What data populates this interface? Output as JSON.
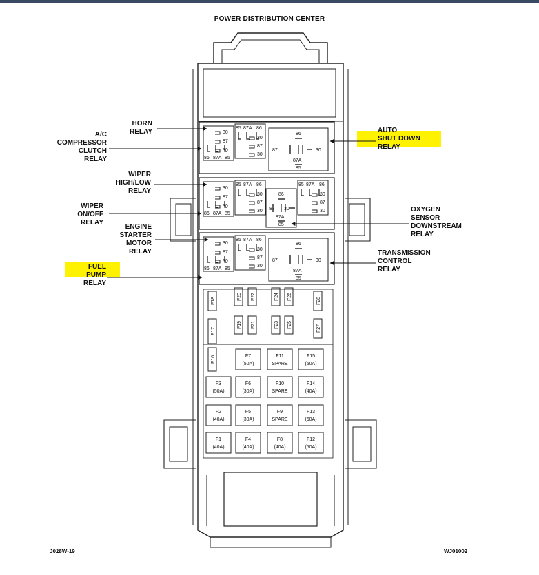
{
  "title": "POWER DISTRIBUTION CENTER",
  "figure_ids": {
    "left": "J028W-19",
    "right": "WJ01002"
  },
  "highlight_color": "#fff200",
  "labels": {
    "horn": "HORN\nRELAY",
    "ac": "A/C\nCOMPRESSOR\nCLUTCH\nRELAY",
    "wiper_hl": "WIPER\nHIGH/LOW\nRELAY",
    "wiper_onoff": "WIPER\nON/OFF\nRELAY",
    "starter": "ENGINE\nSTARTER\nMOTOR\nRELAY",
    "fuel_pump": "FUEL\nPUMP\nRELAY",
    "asd": "AUTO\nSHUT DOWN\nRELAY",
    "o2": "OXYGEN\nSENSOR\nDOWNSTREAM\nRELAY",
    "tcr": "TRANSMISSION\nCONTROL\nRELAY"
  },
  "relay_pins": {
    "p86": "86",
    "p87A": "87A",
    "p85": "85",
    "p30": "30",
    "p87": "87"
  },
  "mini_fuses": [
    "F18",
    "F20",
    "F22",
    "F24",
    "F26",
    "F28",
    "F17",
    "F19",
    "F21",
    "F23",
    "F25",
    "F27",
    "F16"
  ],
  "maxi_fuses": [
    {
      "id": "F7",
      "rating": "(50A)"
    },
    {
      "id": "F11",
      "rating": "SPARE"
    },
    {
      "id": "F15",
      "rating": "(50A)"
    },
    {
      "id": "F3",
      "rating": "(50A)"
    },
    {
      "id": "F6",
      "rating": "(30A)"
    },
    {
      "id": "F10",
      "rating": "SPARE"
    },
    {
      "id": "F14",
      "rating": "(40A)"
    },
    {
      "id": "F2",
      "rating": "(40A)"
    },
    {
      "id": "F5",
      "rating": "(30A)"
    },
    {
      "id": "F9",
      "rating": "SPARE"
    },
    {
      "id": "F13",
      "rating": "(60A)"
    },
    {
      "id": "F1",
      "rating": "(40A)"
    },
    {
      "id": "F4",
      "rating": "(40A)"
    },
    {
      "id": "F8",
      "rating": "(40A)"
    },
    {
      "id": "F12",
      "rating": "(50A)"
    }
  ]
}
